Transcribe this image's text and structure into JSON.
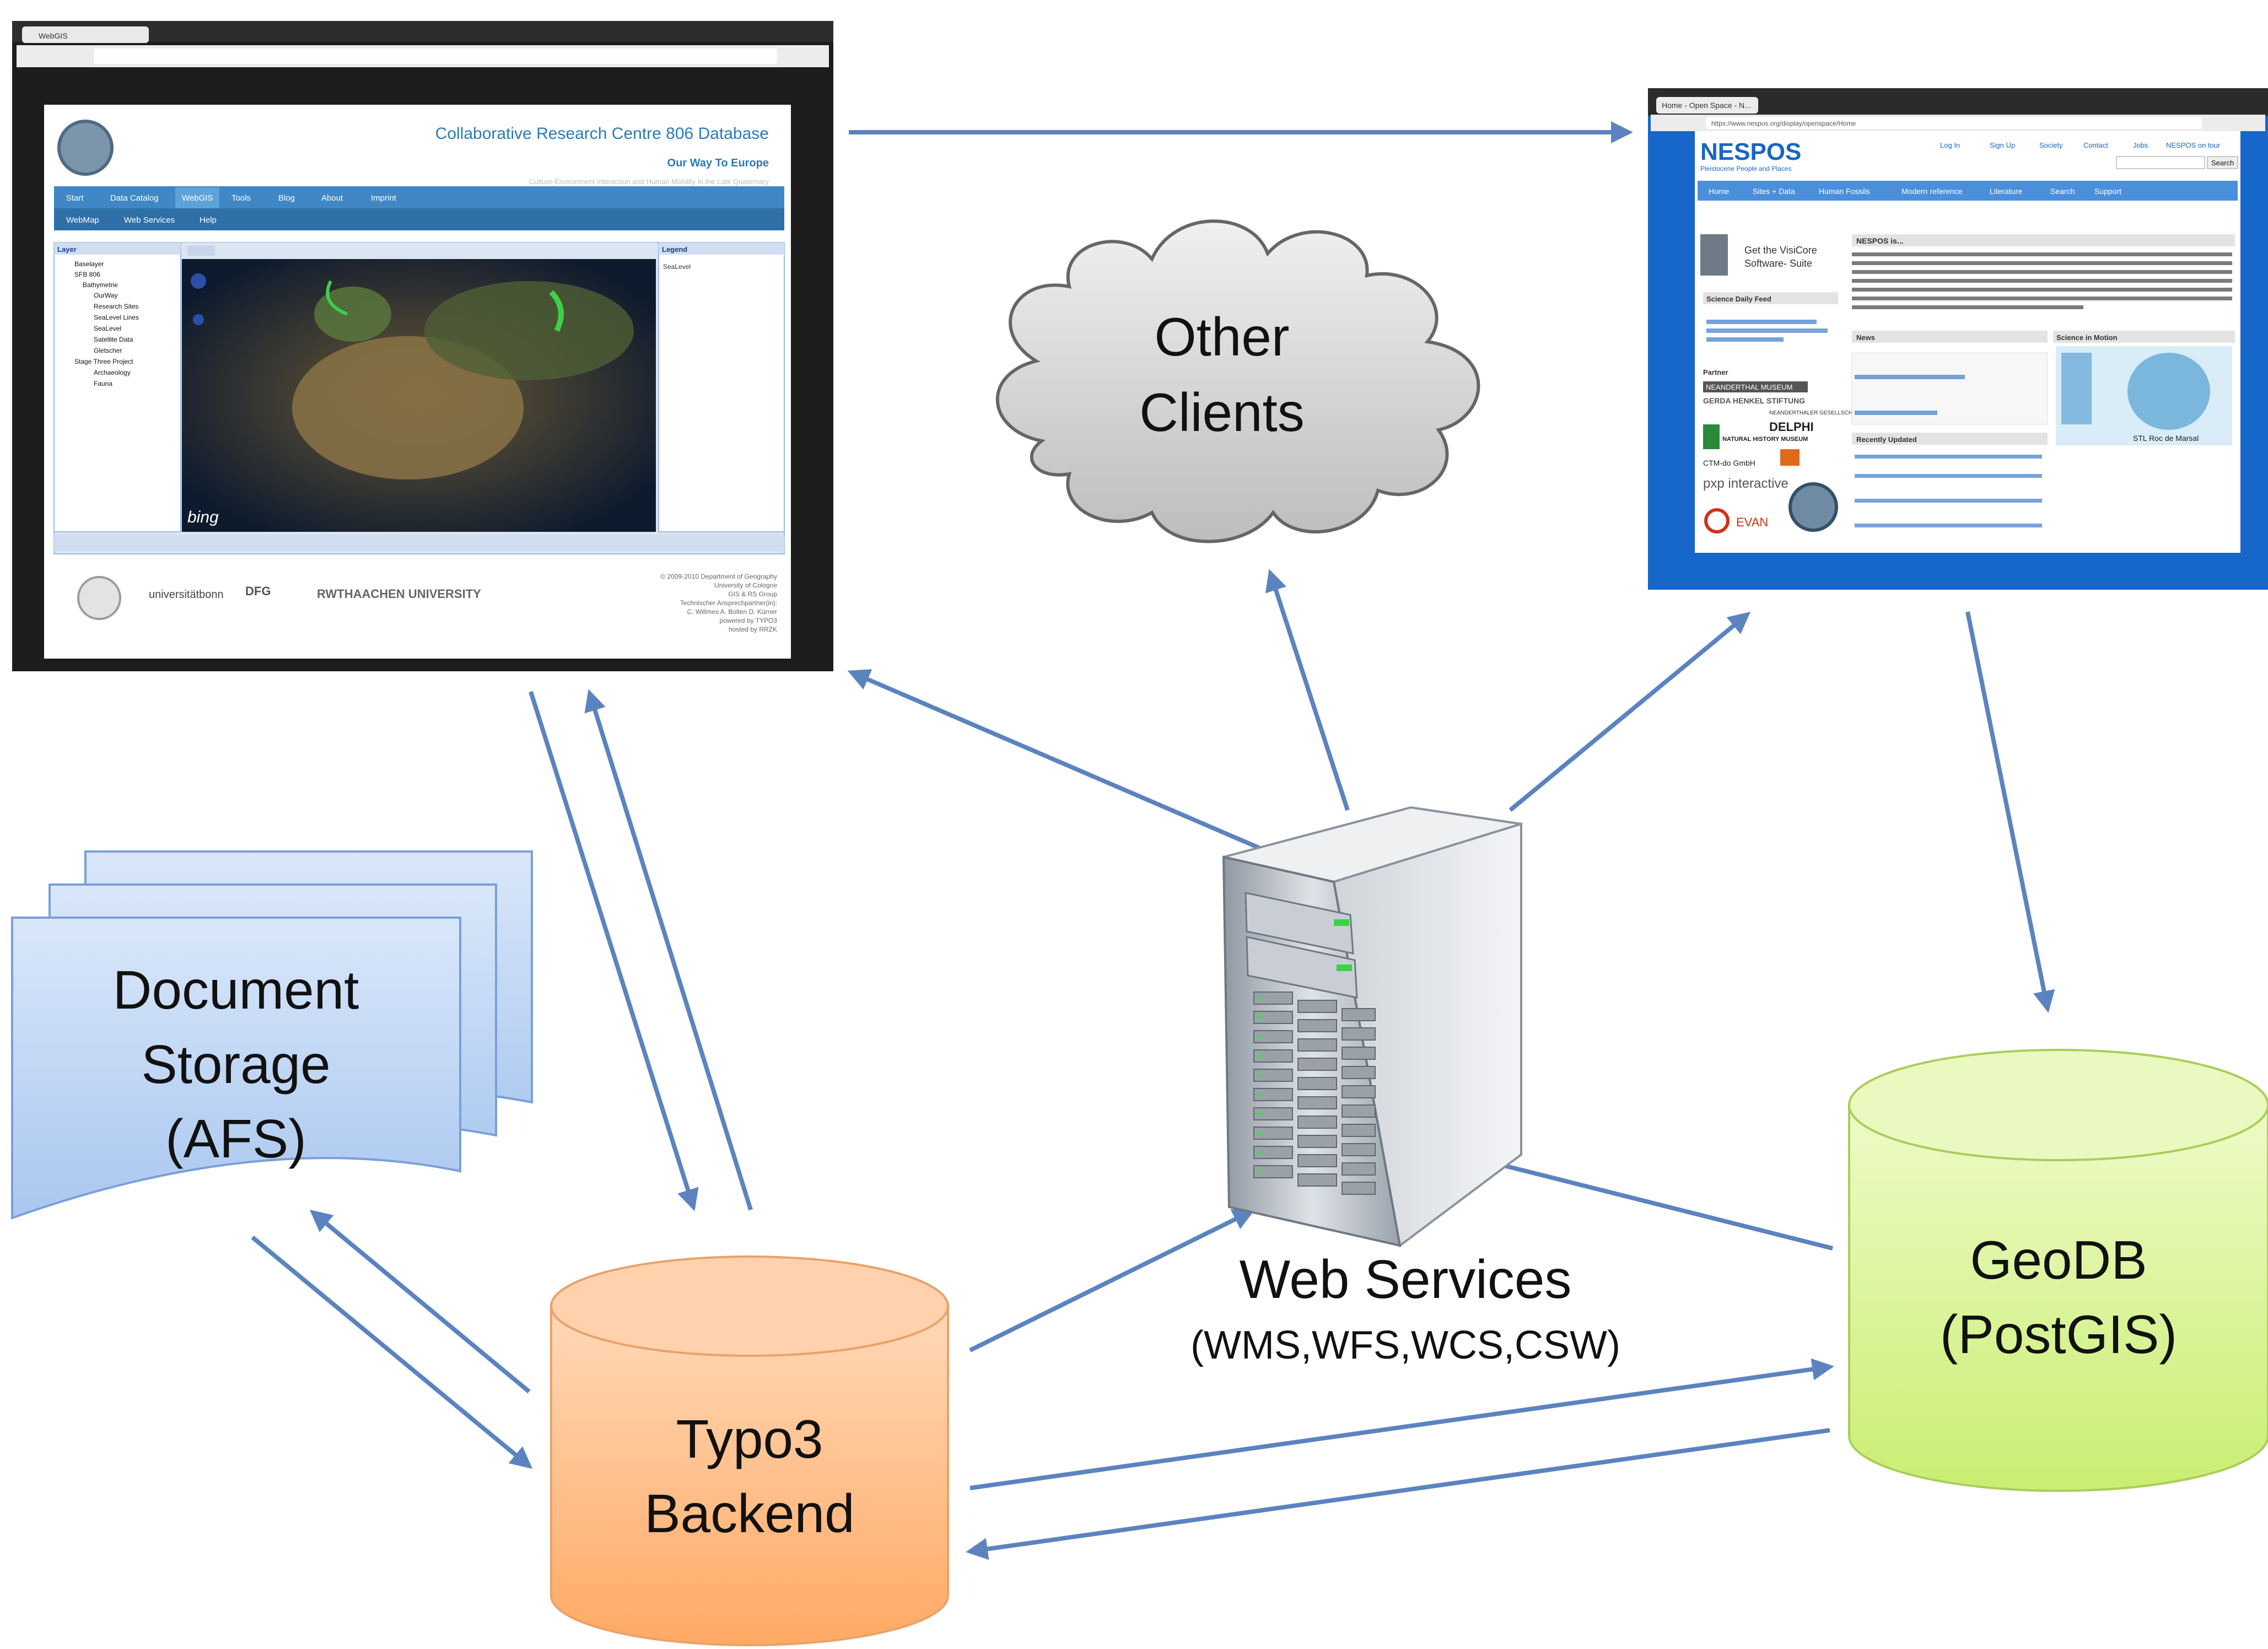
{
  "browser_left": {
    "tab_title": "WebGIS",
    "site_title": "Collaborative Research Centre 806 Database",
    "site_subtitle": "Our Way To Europe",
    "site_tagline": "Culture-Environment Interaction and Human Mobility in the Late Quaternary",
    "nav_items": [
      "Start",
      "Data Catalog",
      "WebGIS",
      "Tools",
      "Blog",
      "About",
      "Imprint"
    ],
    "subnav_items": [
      "WebMap",
      "Web Services",
      "Help"
    ],
    "layer_panel_title": "Layer",
    "layers": [
      "Baselayer",
      "SFB 806",
      "Bathymetrie",
      "OurWay",
      "Research Sites",
      "SeaLevel Lines",
      "SeaLevel",
      "Satellite Data",
      "Gletscher",
      "Stage Three Project",
      "Archaeology",
      "Fauna"
    ],
    "legend_title": "Legend",
    "legend_item": "SeaLevel",
    "map_logo": "bing",
    "footer_logos": [
      "universitätbonn",
      "DFG",
      "RWTHAACHEN UNIVERSITY"
    ],
    "footer_text": [
      "© 2009-2010 Department of Geography",
      "University of Cologne",
      "GIS & RS Group",
      "Technischer Ansprechpartner(in):",
      "C. Willmes A. Bolten D. Kürner",
      "powered by TYPO3",
      "hosted by RRZK"
    ]
  },
  "browser_right": {
    "tab_title": "Home - Open Space - N...",
    "url": "https://www.nespos.org/display/openspace/Home",
    "logo": "NESPOS",
    "logo_sub": "Pleistocene People and Places",
    "top_links": [
      "Log In",
      "Sign Up",
      "Society",
      "Contact",
      "Jobs",
      "NESPOS on tour"
    ],
    "search_button": "Search",
    "nav_items": [
      "Home",
      "Sites + Data",
      "Human Fossils",
      "Modern reference",
      "Literature",
      "Search",
      "Support"
    ],
    "heading": "NESPOS is...",
    "visicore": "Get the VisiCore Software- Suite",
    "science_feed": "Science Daily Feed",
    "news_title": "News",
    "partner_title": "Partner",
    "partners": [
      "NEANDERTHAL MUSEUM",
      "GERDA HENKEL STIFTUNG",
      "NEANDERTHALER GESELLSCHAFT e.V.",
      "DELPHI",
      "NATURAL HISTORY MUSEUM",
      "CTM-do GmbH",
      "pxp interactive",
      "EVAN"
    ],
    "recently_updated": "Recently Updated",
    "science_in_motion": "Science in Motion",
    "skull_caption": "STL    Roc de Marsal"
  },
  "cloud_label": [
    "Other",
    "Clients"
  ],
  "doc_storage_label": [
    "Document",
    "Storage",
    "(AFS)"
  ],
  "typo3_label": [
    "Typo3",
    "Backend"
  ],
  "web_services_label": "Web Services",
  "web_services_sub": "(WMS,WFS,WCS,CSW)",
  "geodb_label": [
    "GeoDB",
    "(PostGIS)"
  ],
  "colors": {
    "arrow": "#5b84bf",
    "doc_fill": "#c5daf5",
    "typo3_fill": "#ffc08e",
    "geodb_fill": "#ddf59e",
    "cloud_fill": "#d6d6d6",
    "nespos_blue": "#1a66c2"
  }
}
